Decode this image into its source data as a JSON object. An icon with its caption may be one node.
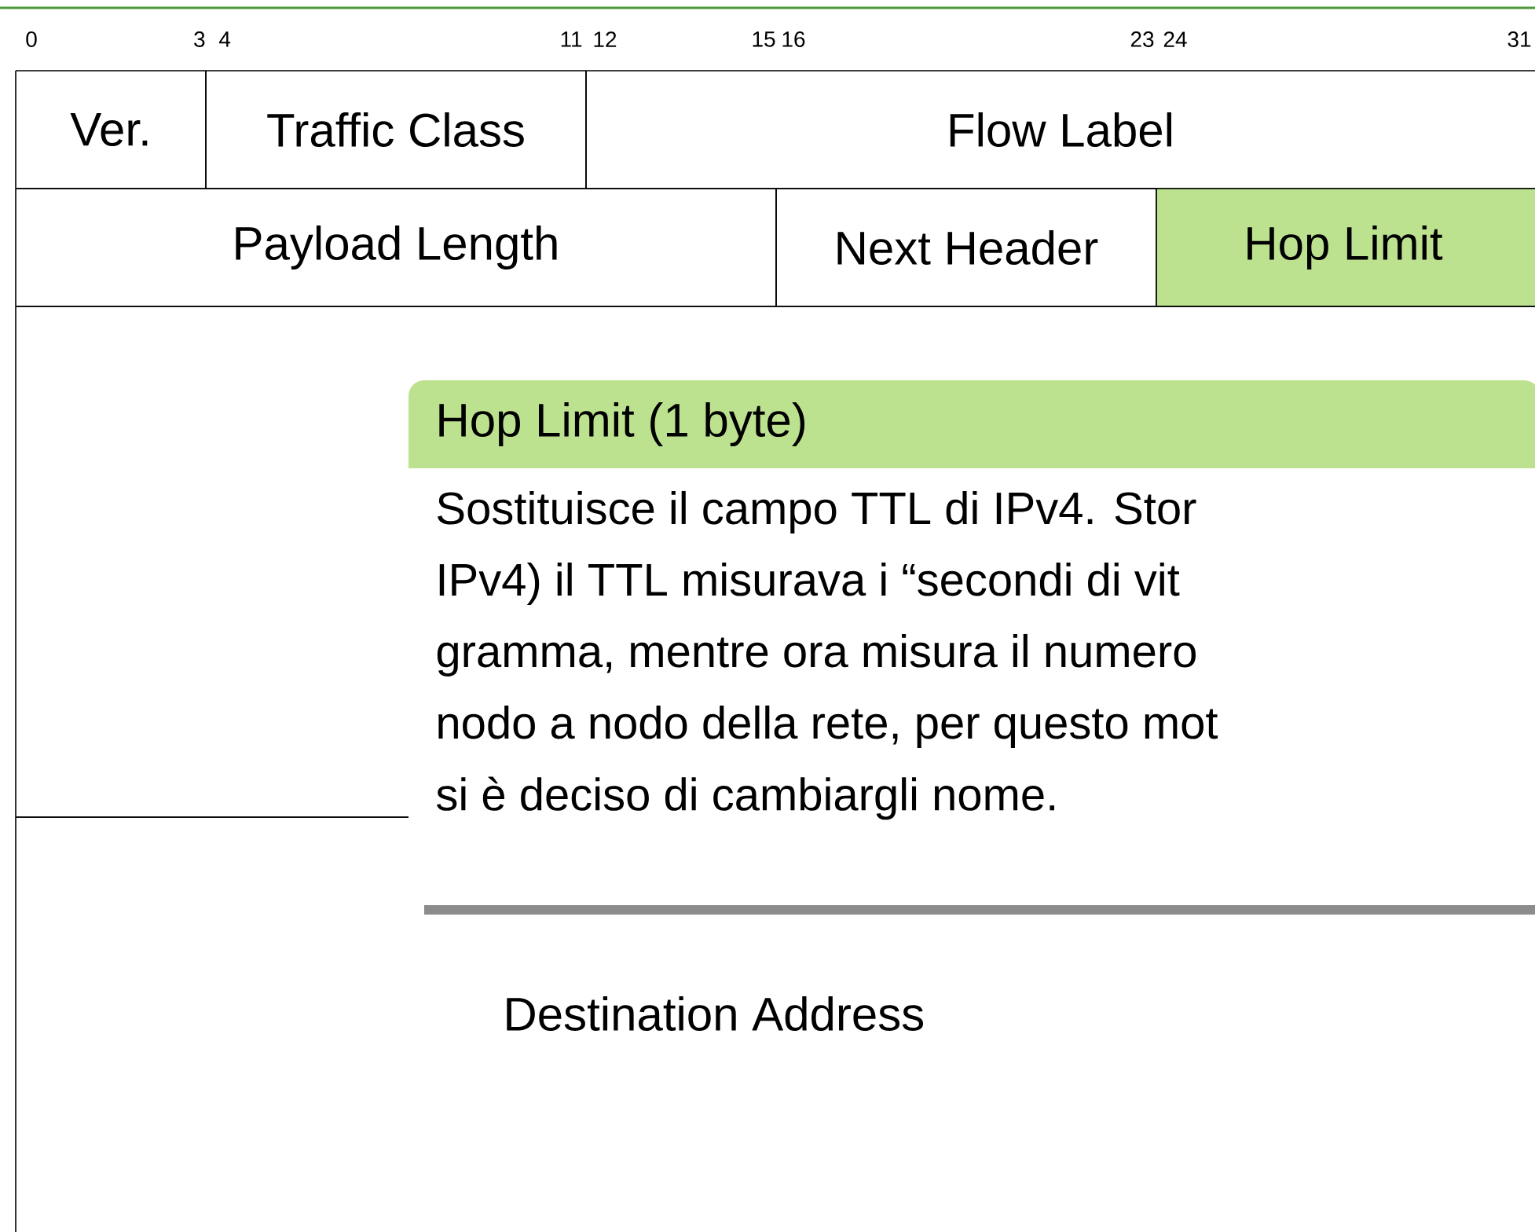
{
  "diagram": {
    "nodes": [
      {
        "text": [
          "Ver."
        ]
      },
      {
        "text": [
          "Traffic Class"
        ]
      },
      {
        "text": [
          "Flow Label"
        ]
      },
      {
        "text": [
          "Payload Length"
        ]
      },
      {
        "text": [
          "Next Header"
        ]
      },
      {
        "text": [
          "Hop Limit"
        ]
      },
      {
        "text": [],
        "shape": "box"
      },
      {
        "text": [
          "Hop Limit (1 byte)",
          "Sostituisce il campo TTL di IPv4. Stor",
          "IPv4) il TTL misurava i “secondi di vit",
          "gramma, mentre ora misura il numero",
          "nodo a nodo della rete, per questo mot",
          "si è deciso di cambiargli nome."
        ]
      },
      {
        "text": [
          "Destination Address"
        ]
      }
    ],
    "labels": [
      "0",
      "3",
      "4",
      "11",
      "12",
      "15",
      "16",
      "23",
      "24",
      "31"
    ]
  }
}
